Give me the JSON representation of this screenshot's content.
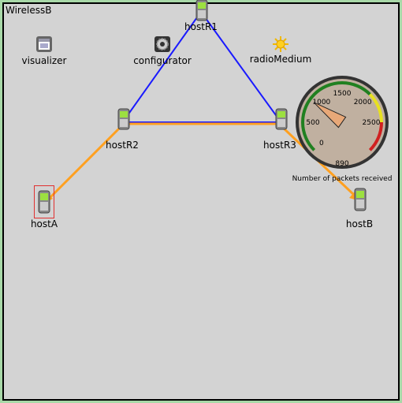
{
  "network": {
    "title": "WirelessB"
  },
  "nodes": {
    "visualizer": "visualizer",
    "configurator": "configurator",
    "radioMedium": "radioMedium",
    "hostR1": "hostR1",
    "hostR2": "hostR2",
    "hostR3": "hostR3",
    "hostA": "hostA",
    "hostB": "hostB"
  },
  "gauge": {
    "value": 890,
    "min": 0,
    "max": 3000,
    "ticks": [
      "0",
      "500",
      "1000",
      "1500",
      "2000",
      "2500"
    ],
    "value_label": "890",
    "caption": "Number of packets received"
  },
  "colors": {
    "canvas": "#d3d3d3",
    "frame": "#a8d8a8",
    "link_blue": "#1a1aff",
    "path_orange": "#ffa020",
    "selection": "#e03030",
    "gauge_face": "#c0b0a0",
    "gauge_needle": "#e8a878"
  }
}
